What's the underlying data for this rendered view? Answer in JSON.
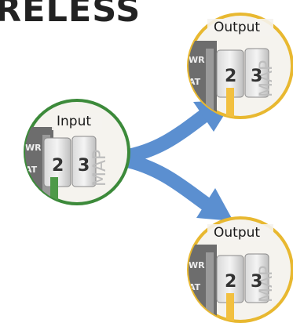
{
  "title": "RELESS",
  "nodes": {
    "input": {
      "label": "Input",
      "positions": [
        "2",
        "3"
      ],
      "map_text": "MAP",
      "side_marks": [
        "WR",
        "AT"
      ],
      "ring_color": "#3c8a3a"
    },
    "output_top": {
      "label": "Output",
      "positions": [
        "2",
        "3"
      ],
      "map_text": "MAP",
      "side_marks": [
        "WR",
        "AT"
      ],
      "ring_color": "#e8b830"
    },
    "output_bottom": {
      "label": "Output",
      "positions": [
        "2",
        "3"
      ],
      "map_text": "MAP",
      "side_marks": [
        "WR",
        "AT"
      ],
      "ring_color": "#e8b830"
    }
  },
  "colors": {
    "arrow": "#5b8fd0",
    "input_ring": "#3c8a3a",
    "output_ring": "#e8b830"
  }
}
